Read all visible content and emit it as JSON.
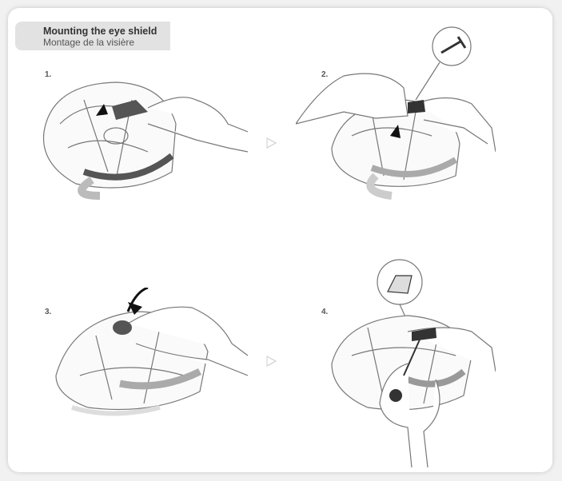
{
  "header": {
    "title": "Mounting the eye shield",
    "subtitle": "Montage de la visière"
  },
  "steps": [
    {
      "label": "1."
    },
    {
      "label": "2."
    },
    {
      "label": "3."
    },
    {
      "label": "4."
    }
  ]
}
